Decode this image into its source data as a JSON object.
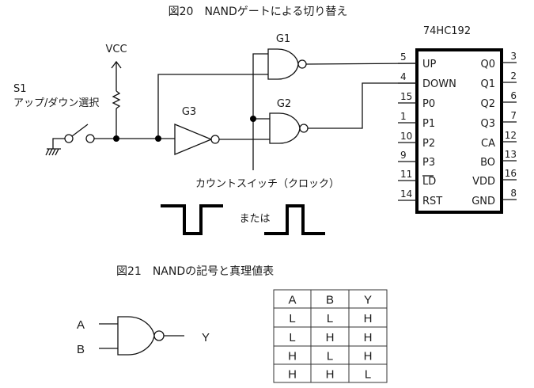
{
  "figure20": {
    "title": "図20　NANDゲートによる切り替え",
    "vcc_label": "VCC",
    "switch_id": "S1",
    "switch_desc": "アップ/ダウン選択",
    "gate_labels": {
      "g1": "G1",
      "g2": "G2",
      "g3": "G3"
    },
    "clock_label": "カウントスイッチ（クロック）",
    "or_label": "または",
    "chip": {
      "name": "74HC192",
      "left_pins": [
        {
          "num": "5",
          "label": "UP"
        },
        {
          "num": "4",
          "label": "DOWN"
        },
        {
          "num": "15",
          "label": "P0"
        },
        {
          "num": "1",
          "label": "P1"
        },
        {
          "num": "10",
          "label": "P2"
        },
        {
          "num": "9",
          "label": "P3"
        },
        {
          "num": "11",
          "label": "LD",
          "overline": true
        },
        {
          "num": "14",
          "label": "RST"
        }
      ],
      "right_pins": [
        {
          "num": "3",
          "label": "Q0"
        },
        {
          "num": "2",
          "label": "Q1"
        },
        {
          "num": "6",
          "label": "Q2"
        },
        {
          "num": "7",
          "label": "Q3"
        },
        {
          "num": "12",
          "label": "CA"
        },
        {
          "num": "13",
          "label": "BO"
        },
        {
          "num": "16",
          "label": "VDD"
        },
        {
          "num": "8",
          "label": "GND"
        }
      ]
    }
  },
  "figure21": {
    "title": "図21　NANDの記号と真理値表",
    "input_a": "A",
    "input_b": "B",
    "output_y": "Y",
    "truth_table": {
      "headers": [
        "A",
        "B",
        "Y"
      ],
      "rows": [
        [
          "L",
          "L",
          "H"
        ],
        [
          "L",
          "H",
          "H"
        ],
        [
          "H",
          "L",
          "H"
        ],
        [
          "H",
          "H",
          "L"
        ]
      ]
    }
  }
}
